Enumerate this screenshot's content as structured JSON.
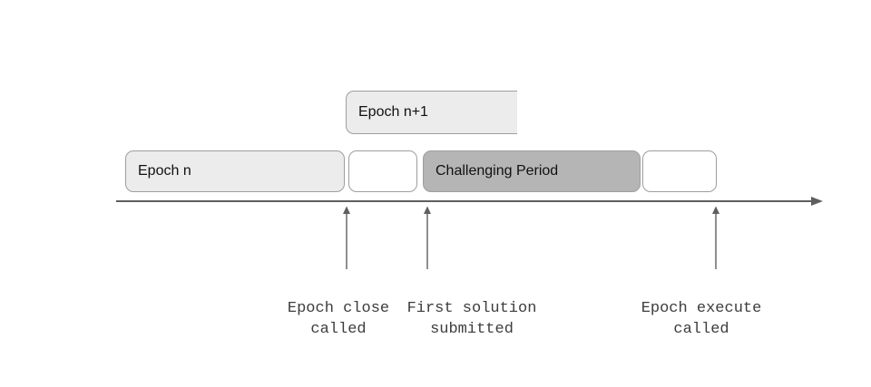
{
  "colors": {
    "epoch_fill": "#ececec",
    "challenge_fill": "#b5b5b5",
    "box_border": "#9e9e9e",
    "arrow": "#5f5f5f",
    "label_text": "#3d3d3d",
    "box_text": "#111111"
  },
  "boxes": {
    "epoch_next": {
      "label": "Epoch n+1"
    },
    "epoch_n": {
      "label": "Epoch n"
    },
    "challenging_period": {
      "label": "Challenging Period"
    }
  },
  "annotations": [
    {
      "label": "Epoch close\ncalled"
    },
    {
      "label": "First solution\nsubmitted"
    },
    {
      "label": "Epoch execute\ncalled"
    }
  ]
}
